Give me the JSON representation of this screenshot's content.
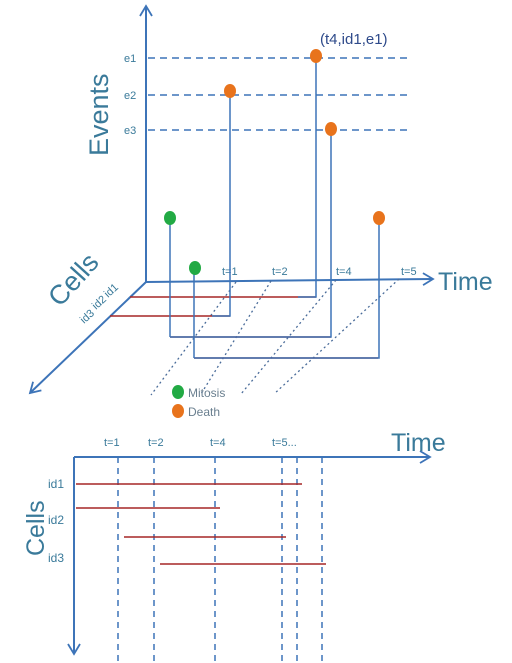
{
  "colors": {
    "axis": "#3d74b8",
    "text": "#3a7a9a",
    "line": "#a62626",
    "mitosis": "#22aa44",
    "death": "#e8731c"
  },
  "top_diagram": {
    "y_title": "Events",
    "x_title": "Time",
    "z_title": "Cells",
    "annotation": "(t4,id1,e1)",
    "events": [
      "e1",
      "e2",
      "e3"
    ],
    "time_ticks": [
      "t=1",
      "t=2",
      "t=4",
      "t=5"
    ],
    "cell_ids": [
      "id1",
      "id2",
      "id3"
    ]
  },
  "legend": {
    "items": [
      {
        "label": "Mitosis",
        "color": "#22aa44"
      },
      {
        "label": "Death",
        "color": "#e8731c"
      }
    ]
  },
  "bottom_diagram": {
    "x_title": "Time",
    "y_title": "Cells",
    "time_ticks": [
      "t=1",
      "t=2",
      "t=4",
      "t=5..."
    ],
    "cell_ids": [
      "id1",
      "id2",
      "id3"
    ]
  }
}
